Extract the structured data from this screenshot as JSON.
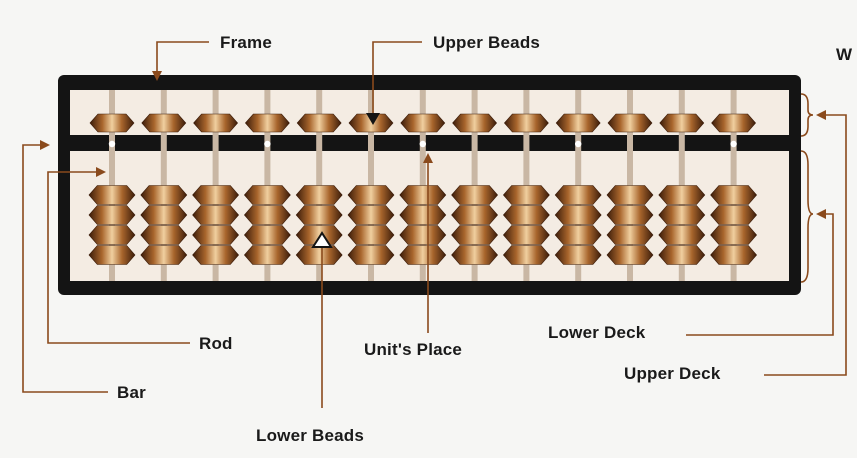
{
  "labels": {
    "frame": "Frame",
    "upper_beads": "Upper Beads",
    "rod": "Rod",
    "bar": "Bar",
    "unit_place": "Unit's Place",
    "lower_beads": "Lower Beads",
    "lower_deck": "Lower Deck",
    "upper_deck": "Upper Deck",
    "cropped_text": "W"
  },
  "abacus": {
    "rods": 13,
    "upper_beads_per_rod": 1,
    "lower_beads_per_rod": 4,
    "colors": {
      "frame": "#141414",
      "deck": "#f4ece3",
      "rod": "#c9b7a4",
      "bead_dark": "#3b1c0a",
      "bead_mid": "#a8652c",
      "bead_light": "#f0cf9f",
      "marker": "#ffffff",
      "line": "#8a4a1c"
    }
  }
}
